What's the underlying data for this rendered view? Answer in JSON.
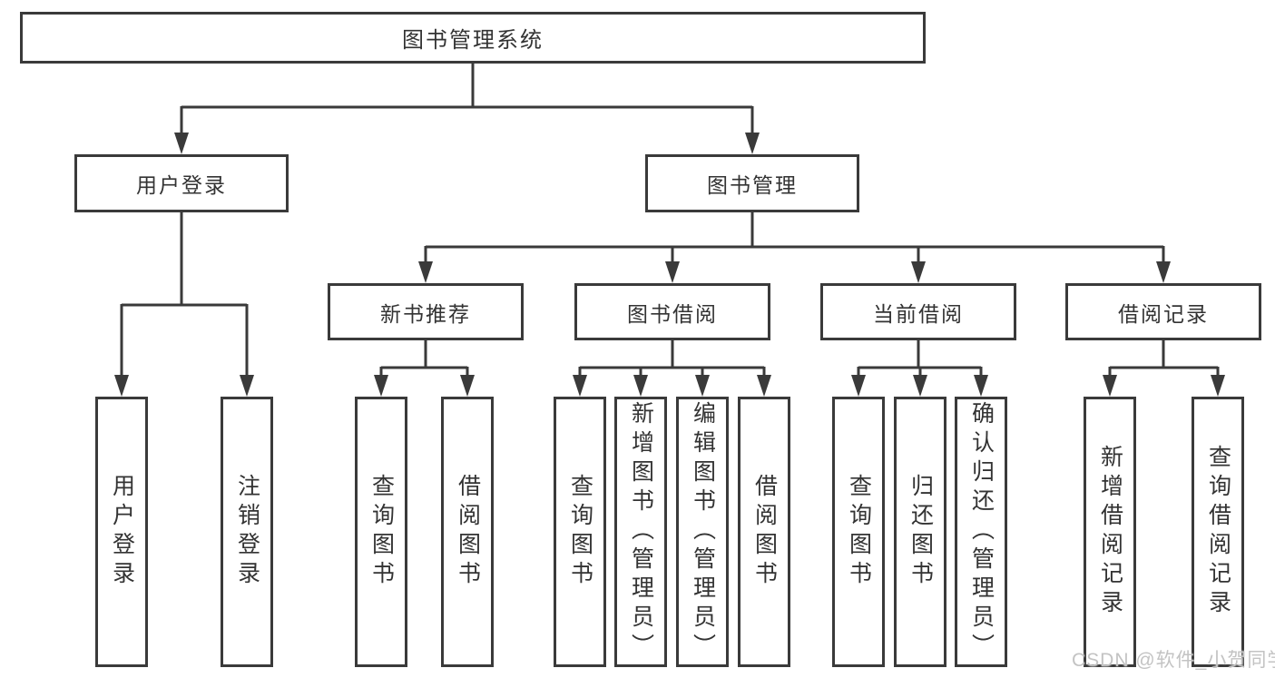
{
  "diagram": {
    "root_label": "图书管理系统",
    "level2": {
      "user_login": "用户登录",
      "book_management": "图书管理"
    },
    "level3": {
      "new_books": "新书推荐",
      "book_borrow": "图书借阅",
      "current_borrow": "当前借阅",
      "borrow_records": "借阅记录"
    },
    "leaves": {
      "user_login": [
        "用户登录",
        "注销登录"
      ],
      "new_books": [
        "查询图书",
        "借阅图书"
      ],
      "book_borrow": [
        "查询图书",
        "新增图书（管理员）",
        "编辑图书（管理员）",
        "借阅图书"
      ],
      "current_borrow": [
        "查询图书",
        "归还图书",
        "确认归还（管理员）"
      ],
      "borrow_records": [
        "新增借阅记录",
        "查询借阅记录"
      ]
    },
    "watermark": "CSDN @软件_小贺同学"
  },
  "colors": {
    "line": "#3A3A3A",
    "text": "#333333",
    "box-bg": "#FFFFFF",
    "watermark": "#C3C3C3"
  }
}
